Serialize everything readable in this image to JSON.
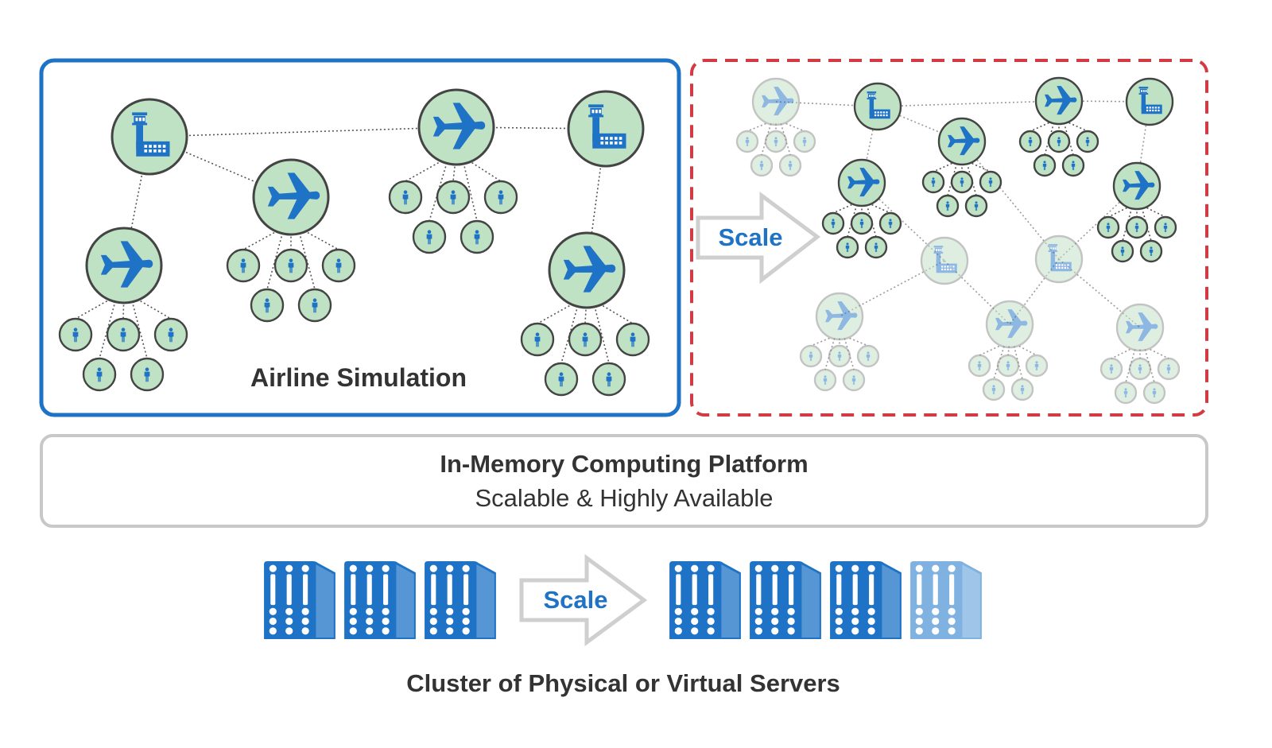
{
  "colors": {
    "blue": "#1f73c6",
    "light_blue": "#7fb2e0",
    "node_fill": "#bfe1c4",
    "node_stroke": "#444444",
    "red_dashed": "#d23a44",
    "gray_border": "#c8c8c8",
    "text_dark": "#333333"
  },
  "icons": [
    "airport-tower-icon",
    "airplane-icon",
    "passenger-icon",
    "server-rack-icon",
    "arrow-right-icon"
  ],
  "simulation": {
    "label": "Airline Simulation"
  },
  "scale_top": {
    "label": "Scale"
  },
  "platform": {
    "title": "In-Memory Computing Platform",
    "subtitle": "Scalable & Highly Available"
  },
  "scale_bottom": {
    "label": "Scale"
  },
  "cluster": {
    "label": "Cluster of Physical or Virtual Servers"
  }
}
